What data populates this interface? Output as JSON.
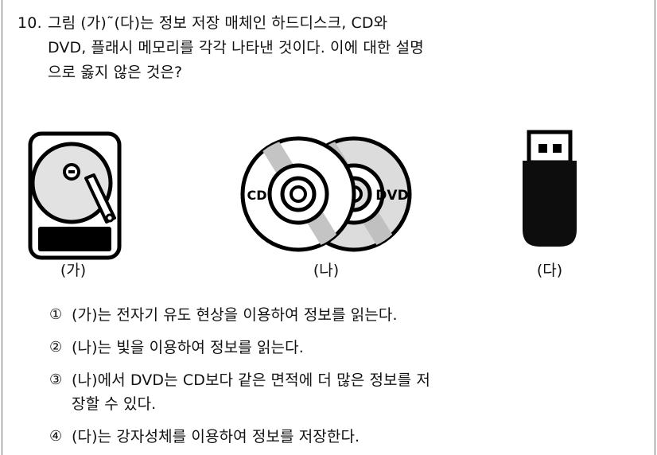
{
  "page": {
    "background_color": "#ffffff",
    "text_color": "#111111"
  },
  "question": {
    "number": "10.",
    "lines": [
      "그림 (가)˜(다)는 정보 저장 매체인 하드디스크, CD와",
      "DVD, 플래시 메모리를 각각 나타낸 것이다. 이에 대한 설명",
      "으로 옳지 않은 것은?"
    ]
  },
  "figures": [
    {
      "id": "hard-disk",
      "caption": "(가)",
      "icon": "hard-disk-icon",
      "colors": {
        "outline": "#000000",
        "platter": "#e2e2e2",
        "band": "#000000"
      }
    },
    {
      "id": "cd-dvd",
      "caption": "(나)",
      "icon": "optical-disc-icon",
      "labels": [
        "CD",
        "DVD"
      ],
      "colors": {
        "outline": "#000000",
        "cd_fill": "#ffffff",
        "dvd_fill": "#dcdcdc",
        "sheen": "#c4c4c4"
      }
    },
    {
      "id": "flash-memory",
      "caption": "(다)",
      "icon": "usb-flash-drive-icon",
      "colors": {
        "body": "#0d0d0d",
        "connector_fill": "#ffffff",
        "connector_outline": "#000000"
      }
    }
  ],
  "choices": [
    {
      "marker": "①",
      "lines": [
        "(가)는 전자기 유도 현상을 이용하여 정보를 읽는다."
      ]
    },
    {
      "marker": "②",
      "lines": [
        "(나)는 빛을 이용하여 정보를 읽는다."
      ]
    },
    {
      "marker": "③",
      "lines": [
        "(나)에서 DVD는 CD보다 같은 면적에 더 많은 정보를 저",
        "장할 수 있다."
      ]
    },
    {
      "marker": "④",
      "lines": [
        "(다)는 강자성체를 이용하여 정보를 저장한다."
      ]
    }
  ]
}
